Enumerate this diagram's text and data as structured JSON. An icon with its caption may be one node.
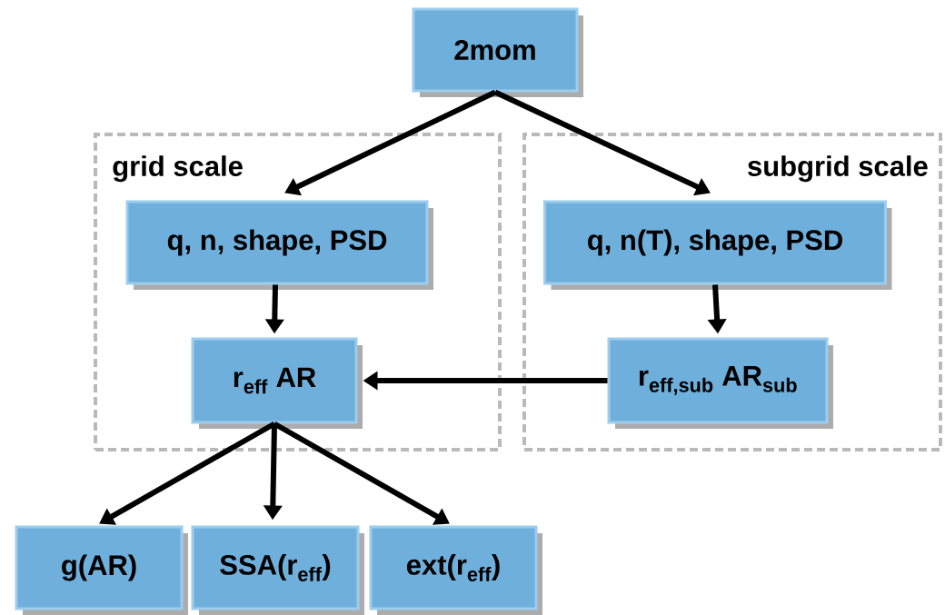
{
  "diagram": {
    "nodes": [
      {
        "text": [
          "2mom"
        ]
      },
      {
        "text": [
          "grid scale"
        ]
      },
      {
        "text": [
          "subgrid scale"
        ]
      },
      {
        "text": [
          "q, n, shape, PSD"
        ],
        "in": 1
      },
      {
        "text": [
          "q, n(T), shape, PSD"
        ],
        "in": 2
      },
      {
        "text": [
          "r$_{eff}$ AR"
        ],
        "in": 1
      },
      {
        "text": [
          "r$_{eff,sub}$ AR$_{sub}$"
        ],
        "in": 2
      },
      {
        "text": [
          "g(AR)"
        ]
      },
      {
        "text": [
          "SSA(r$_{eff}$)"
        ]
      },
      {
        "text": [
          "ext(r$_{eff}$)"
        ]
      }
    ],
    "edges": [
      {
        "from": 0,
        "to": 3,
        "arrow": "to"
      },
      {
        "from": 0,
        "to": 4,
        "arrow": "to"
      },
      {
        "from": 3,
        "to": 5,
        "arrow": "to"
      },
      {
        "from": 4,
        "to": 6,
        "arrow": "to"
      },
      {
        "from": 6,
        "to": 5,
        "arrow": "to"
      },
      {
        "from": 5,
        "to": 7,
        "arrow": "to"
      },
      {
        "from": 5,
        "to": 8,
        "arrow": "to"
      },
      {
        "from": 5,
        "to": 9,
        "arrow": "to"
      }
    ]
  }
}
